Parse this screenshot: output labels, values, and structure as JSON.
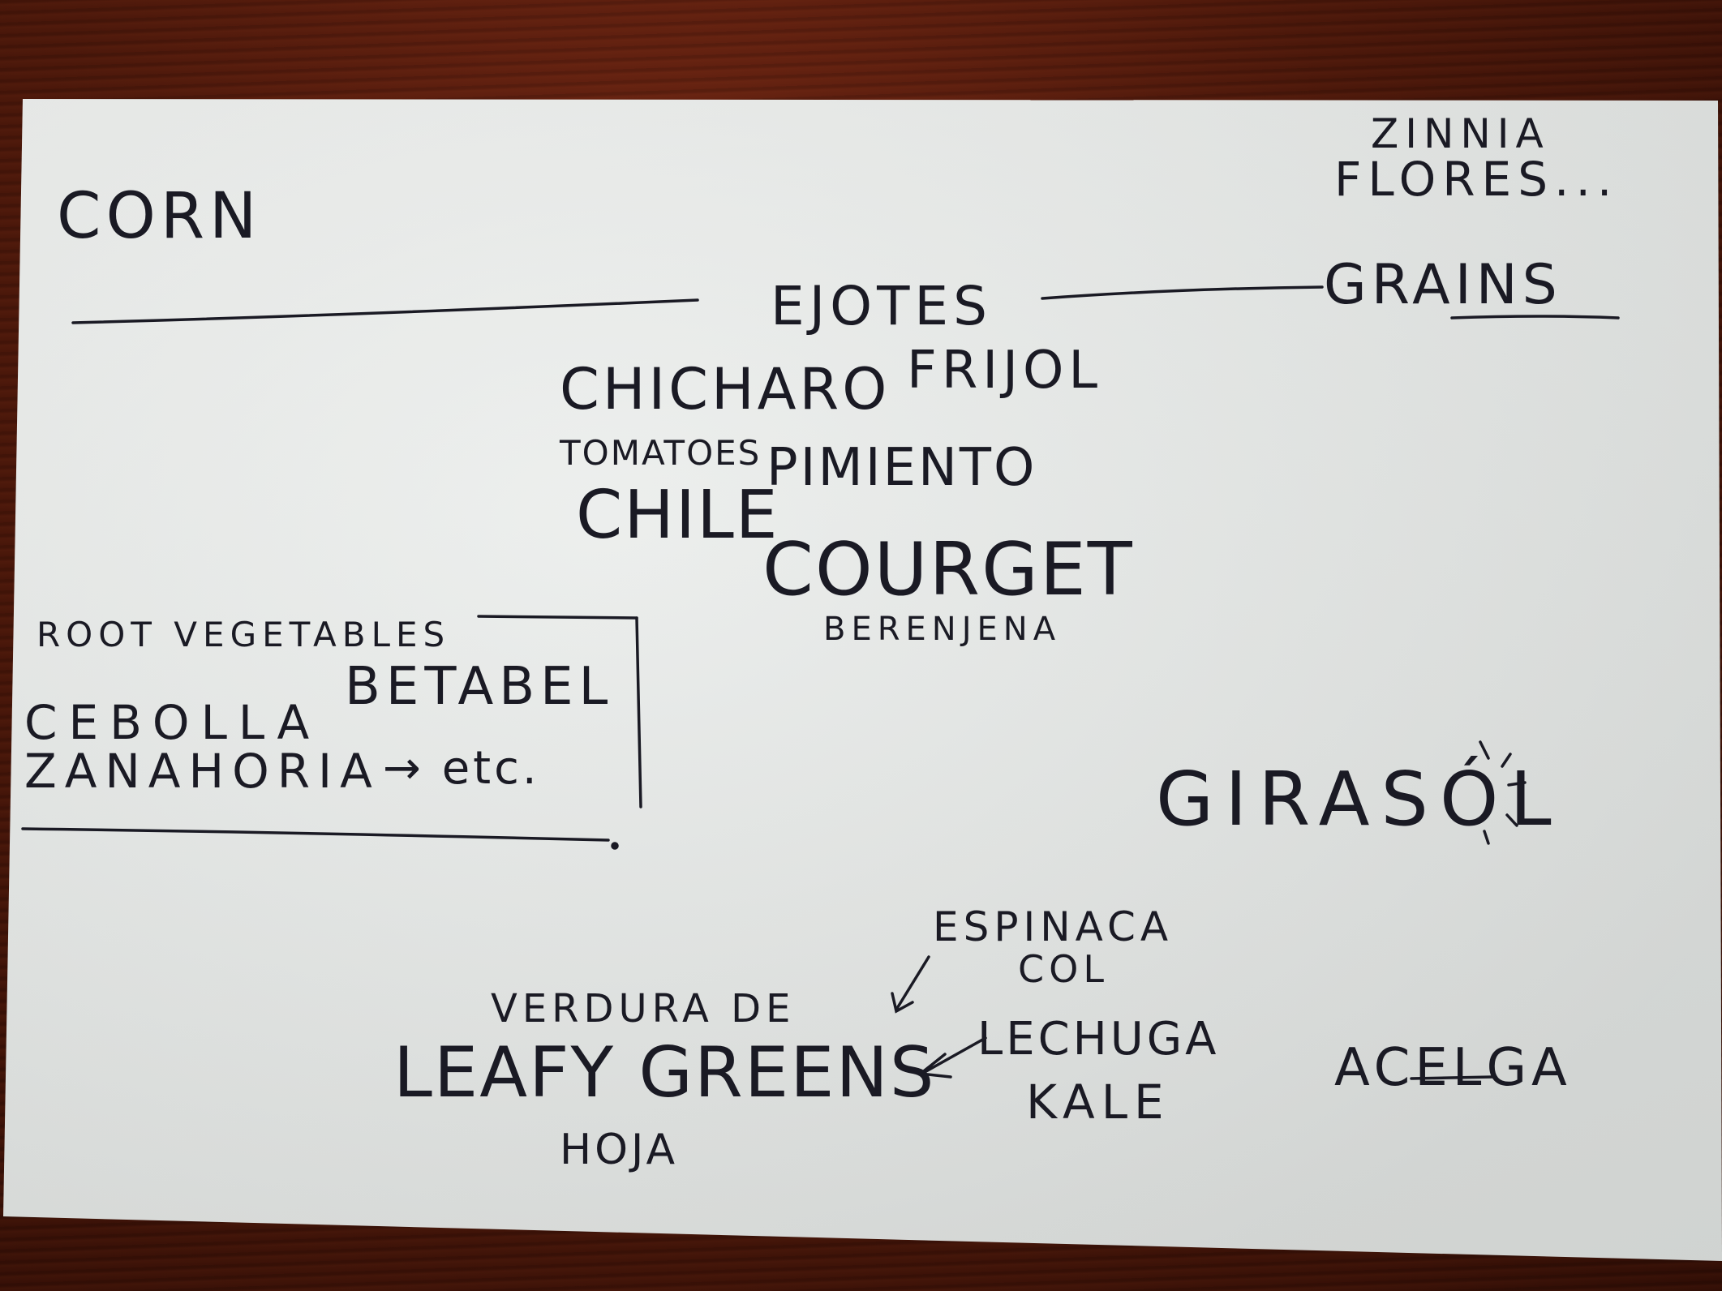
{
  "note": {
    "corn": "CORN",
    "zinnia": "ZINNIA",
    "flores": "FLORES...",
    "ejotes": "EJOTES",
    "grains": "GRAINS",
    "chicharo": "CHICHARO",
    "frijol": "FRIJOL",
    "tomatoes": "TOMATOES",
    "chile": "CHILE",
    "pimiento": "PIMIENTO",
    "courget": "COURGET",
    "berenjena": "BERENJENA",
    "root_vegetables": "ROOT VEGETABLES",
    "cebolla": "CEBOLLA",
    "betabel": "BETABEL",
    "zanahoria": "ZANAHORIA",
    "etc": "→ etc.",
    "girasol": "GIRASÓL",
    "espinaca": "ESPINACA",
    "col": "COL",
    "verdura_de": "VERDURA DE",
    "leafy_greens": "LEAFY GREENS",
    "lechuga": "LECHUGA",
    "kale": "KALE",
    "hoja": "HOJA",
    "acelga": "ACELGA"
  },
  "colors": {
    "ink": "#1a1a24",
    "paper": "#e6e9e7",
    "wood": "#4a170a"
  }
}
